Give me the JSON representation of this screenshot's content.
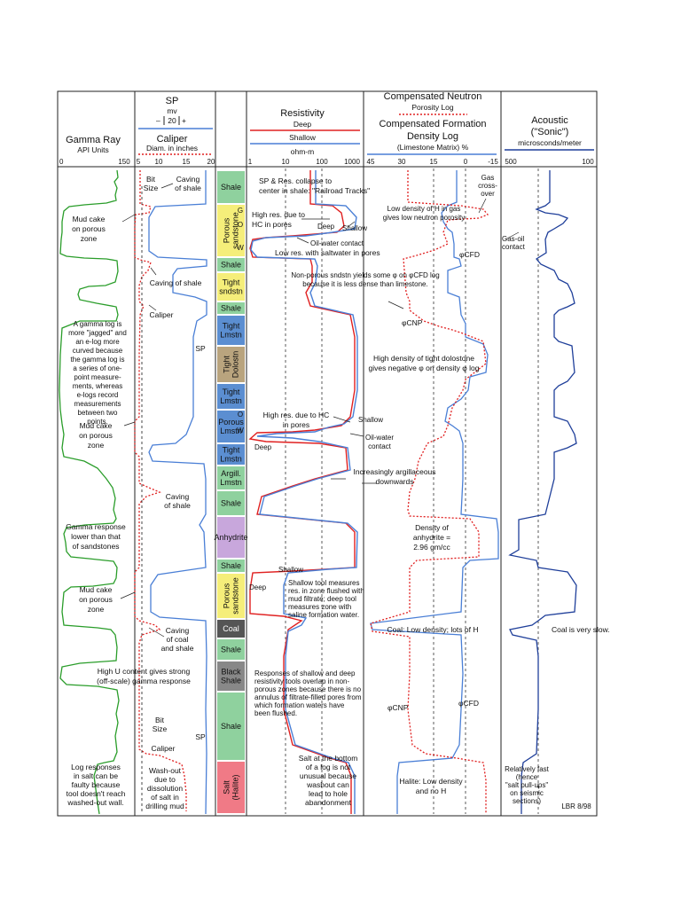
{
  "headers": {
    "gamma_title": "Gamma Ray",
    "gamma_units": "API Units",
    "gamma_min": "0",
    "gamma_max": "150",
    "sp_title": "SP",
    "sp_units": "mv",
    "sp_scale_minus": "–",
    "sp_scale_20": "20",
    "sp_scale_plus": "+",
    "caliper_title": "Caliper",
    "caliper_units": "Diam. in inches",
    "cal_5": "5",
    "cal_10": "10",
    "cal_15": "15",
    "cal_20": "20",
    "res_title": "Resistivity",
    "res_deep": "Deep",
    "res_shallow": "Shallow",
    "res_units": "ohm-m",
    "res_1": "1",
    "res_10": "10",
    "res_100": "100",
    "res_1000": "1000",
    "cnl_title_1": "Compensated Neutron",
    "cnl_title_2": "Porosity Log",
    "fdc_title_1": "Compensated Formation",
    "fdc_title_2": "Density Log",
    "por_units": "(Limestone Matrix) %",
    "por_45": "45",
    "por_30": "30",
    "por_15": "15",
    "por_0": "0",
    "por_m15": "-15",
    "ac_title_1": "Acoustic",
    "ac_title_2": "(\"Sonic\")",
    "ac_units": "microsconds/meter",
    "ac_500": "500",
    "ac_100": "100"
  },
  "lithology": [
    {
      "label": "Shale",
      "color": "#8fd19e"
    },
    {
      "label": "Porous sandstone",
      "color": "#f5ee7a"
    },
    {
      "label": "Shale",
      "color": "#8fd19e"
    },
    {
      "label": "Tight sndstn",
      "color": "#f5ee7a"
    },
    {
      "label": "Shale",
      "color": "#8fd19e"
    },
    {
      "label": "Tight Lmstn",
      "color": "#5b8ed1"
    },
    {
      "label": "Tight Dolostn",
      "color": "#b9a47e"
    },
    {
      "label": "Tight Lmstn",
      "color": "#5b8ed1"
    },
    {
      "label": "Porous Lmstn",
      "color": "#5b8ed1"
    },
    {
      "label": "Tight Lmstn",
      "color": "#5b8ed1"
    },
    {
      "label": "Argill. Lmstn",
      "color": "#8fd19e"
    },
    {
      "label": "Shale",
      "color": "#8fd19e"
    },
    {
      "label": "Anhydrite",
      "color": "#c8a7dc"
    },
    {
      "label": "Shale",
      "color": "#8fd19e"
    },
    {
      "label": "Porous sandstone",
      "color": "#f5ee7a"
    },
    {
      "label": "Coal",
      "color": "#555555"
    },
    {
      "label": "Shale",
      "color": "#8fd19e"
    },
    {
      "label": "Black Shale",
      "color": "#888888"
    },
    {
      "label": "Shale",
      "color": "#8fd19e"
    },
    {
      "label": "Salt (Halite)",
      "color": "#f07a86"
    }
  ],
  "fluid_labels": {
    "g1": "G",
    "o1": "O",
    "w1": "W",
    "o2": "O",
    "w2": "W"
  },
  "annotations": {
    "mud_cake_1": "Mud cake on porous zone",
    "jagged_note": "A gamma log is more \"jagged\" and an e-log more curved because the gamma log is a series of one-point measure-ments, whereas e-logs record measurements between two points.",
    "mud_cake_2": "Mud cake on porous zone",
    "gamma_response": "Gamma response lower than that of sandstones",
    "mud_cake_3": "Mud cake on porous zone",
    "high_u": "High U content gives strong (off-scale) gamma response",
    "salt_faulty": "Log responses in salt can be faulty because tool doesn't reach washed-out wall.",
    "bit_size_1": "Bit Size",
    "caving_shale_1": "Caving of shale",
    "caving_shale_2": "Caving of shale",
    "caliper_1": "Caliper",
    "sp_label_1": "SP",
    "caving_shale_3": "Caving of shale",
    "caving_coal": "Caving of coal and shale",
    "bit_size_2": "Bit Size",
    "caliper_2": "Caliper",
    "sp_label_2": "SP",
    "washout": "Wash-out due to dissolution of salt in drilling mud",
    "railroad": "SP & Res. collapse to center in shale: \"Railroad Tracks\"",
    "high_res_hc_1": "High res. due to HC in pores",
    "deep_1": "Deep",
    "shallow_1": "Shallow",
    "owc_1": "Oil-water contact",
    "low_res": "Low res. with saltwater in pores",
    "nonporous": "Non-porous sndstn yields some φ on φCFD log because it is less dense than limestone.",
    "high_res_hc_2": "High res. due to HC in pores",
    "shallow_2": "Shallow",
    "owc_2": "Oil-water contact",
    "deep_2": "Deep",
    "argill": "Increasingly argillaceous downwards",
    "shallow_3": "Shallow",
    "deep_3": "Deep",
    "shallow_tool": "Shallow tool measures res. in zone flushed with mud filtrate; deep tool measures zone with saline formation water.",
    "overlap": "Responses of shallow and deep resistivity tools overlap in non-porous zones because there is no annulus of filtrate-filled pores from which formation waters have been flushed.",
    "salt_bottom": "Salt at the bottom of a log is not unusual because washout can lead to hole abandonment",
    "gas_crossover": "Gas cross-over",
    "low_density_gas": "Low density of H in gas gives low neutron porosity",
    "phi_cfd_1": "φCFD",
    "phi_cnp_1": "φCNP",
    "dolostone": "High density of tight dolostone gives negative φ on density φ log",
    "anhydrite": "Density of anhydrite = 2.96 gm/cc",
    "coal_density": "Coal: Low density; lots of H",
    "phi_cnp_2": "φCNP",
    "phi_cfd_2": "φCFD",
    "halite": "Halite: Low density and no H",
    "gas_oil": "Gas-oil contact",
    "coal_slow": "Coal is very slow.",
    "relatively_fast": "Relatively fast (hence \"salt pull-ups\" on seismic sections)",
    "credit": "LBR 8/98"
  },
  "colors": {
    "gamma": "#2a9d2a",
    "sp": "#4a7fd6",
    "caliper": "#e02020",
    "deep": "#e02020",
    "shallow": "#4a7fd6",
    "density": "#4a7fd6",
    "neutron": "#e02020",
    "sonic": "#1f3f9a"
  }
}
